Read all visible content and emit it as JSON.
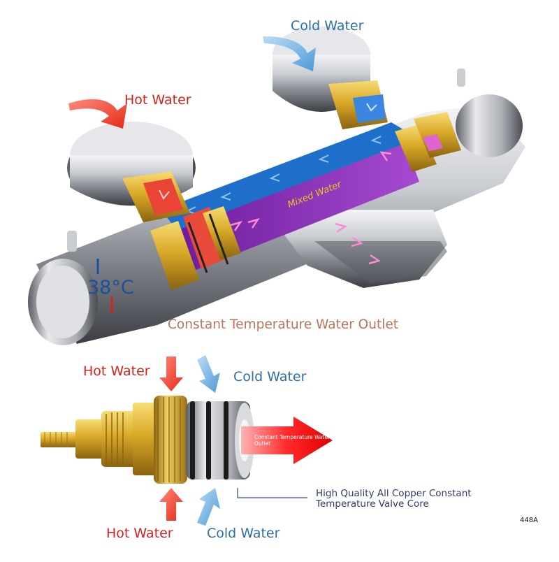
{
  "labels": {
    "cold_water_top": "Cold Water",
    "hot_water_top": "Hot Water",
    "mixed_water": "Mixed Water",
    "temperature": "38°C",
    "outlet_caption": "Constant Temperature Water Outlet",
    "hot_water_upper": "Hot Water",
    "cold_water_upper": "Cold Water",
    "arrow_outlet": "Constant Temperature Water Outlet",
    "core_desc_line1": "High Quality All Copper Constant",
    "core_desc_line2": "Temperature Valve Core",
    "hot_water_lower": "Hot Water",
    "cold_water_lower": "Cold Water",
    "model_code": "448A"
  },
  "colors": {
    "hot": "#d4231c",
    "cold": "#2e6fa8",
    "mixed": "#7b1fa2",
    "brass": "#d9a928",
    "chrome": "#b9bcc2",
    "outlet_caption": "#b8765a"
  },
  "icons": [
    "hot-arrow-icon",
    "cold-arrow-icon",
    "outlet-arrow-icon",
    "flow-arrow-icon"
  ]
}
